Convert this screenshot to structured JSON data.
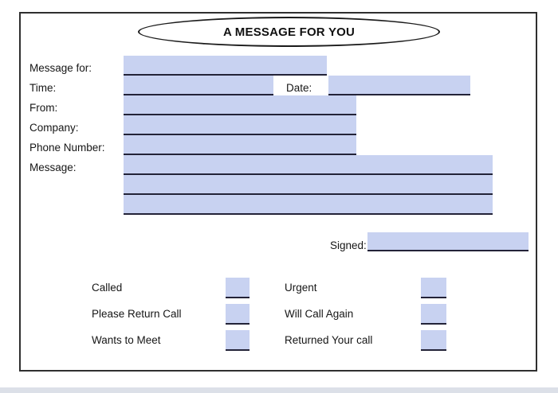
{
  "title": {
    "text": "A MESSAGE FOR YOU"
  },
  "fields": {
    "message_for": {
      "label": "Message for:",
      "value": ""
    },
    "time": {
      "label": "Time:",
      "value": ""
    },
    "date": {
      "label": "Date:",
      "value": ""
    },
    "from": {
      "label": "From:",
      "value": ""
    },
    "company": {
      "label": "Company:",
      "value": ""
    },
    "phone_number": {
      "label": "Phone Number:",
      "value": ""
    },
    "message": {
      "label": "Message:",
      "value": ""
    },
    "signed": {
      "label": "Signed:",
      "value": ""
    }
  },
  "checkboxes": {
    "left": [
      {
        "label": "Called",
        "checked": false,
        "value": ""
      },
      {
        "label": "Please Return Call",
        "checked": false,
        "value": ""
      },
      {
        "label": "Wants to Meet",
        "checked": false,
        "value": ""
      }
    ],
    "right": [
      {
        "label": "Urgent",
        "checked": false,
        "value": ""
      },
      {
        "label": "Will Call Again",
        "checked": false,
        "value": ""
      },
      {
        "label": "Returned Your call",
        "checked": false,
        "value": ""
      }
    ]
  },
  "colors": {
    "field_fill": "#c8d2f1",
    "line": "#232338",
    "border": "#2f2f2f",
    "bottom_strip": "#dce0e8"
  }
}
